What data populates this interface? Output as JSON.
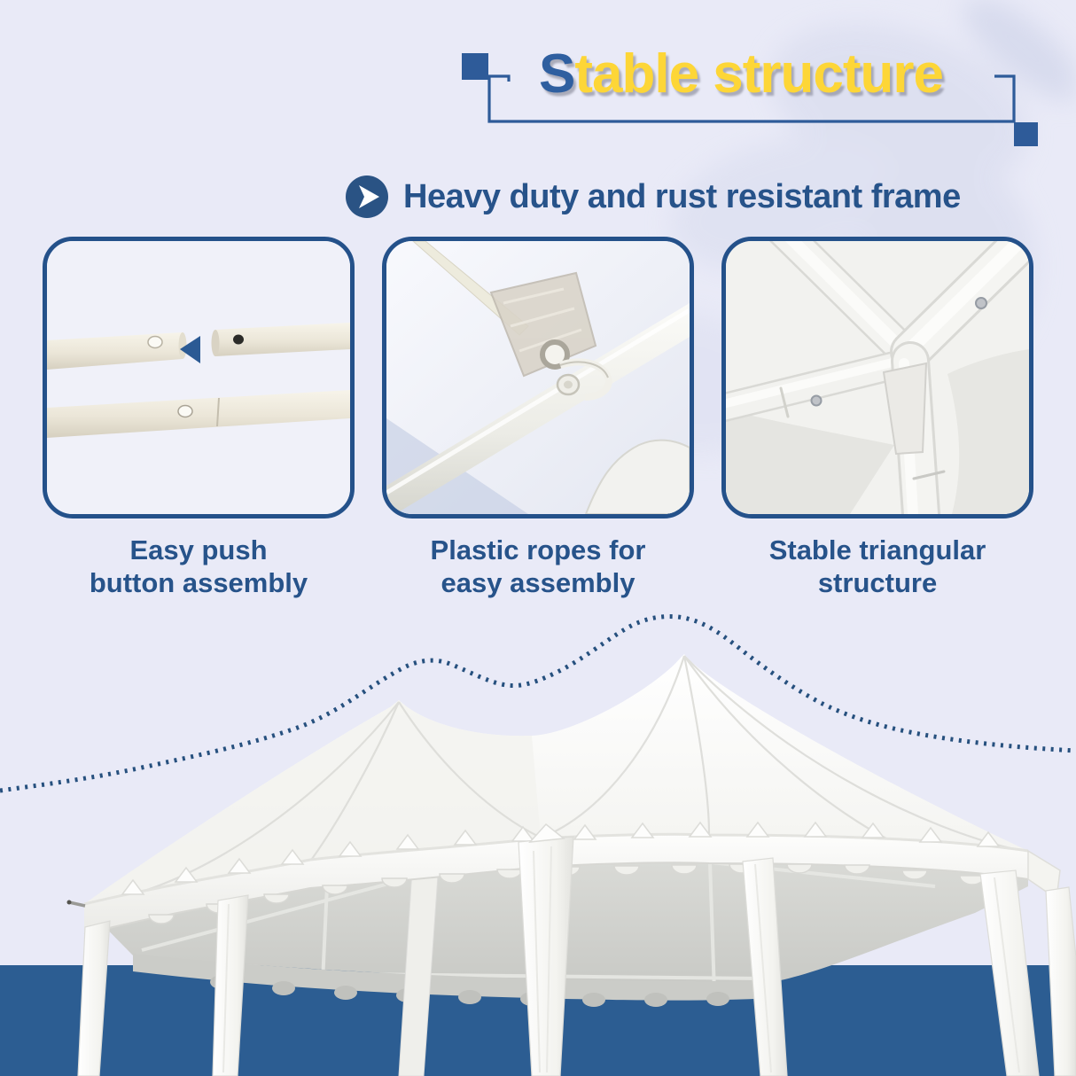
{
  "header": {
    "title": {
      "lead": "S",
      "rest": "table structure"
    },
    "subtitle": "Heavy duty and rust resistant frame"
  },
  "features": [
    {
      "caption": [
        "Easy push",
        "button assembly"
      ],
      "photo": "push-button-pole-joint-photo"
    },
    {
      "caption": [
        "Plastic ropes for",
        "easy assembly"
      ],
      "photo": "plastic-rope-fastener-photo"
    },
    {
      "caption": [
        "Stable triangular",
        "structure"
      ],
      "photo": "triangular-frame-joint-photo"
    }
  ],
  "colors": {
    "background": "#e9eaf7",
    "accent_blue": "#27538a",
    "decor_blue": "#2e5b99",
    "title_lead_blue": "#2f5fa0",
    "title_yellow": "#fdd637",
    "panel_border": "#24518a",
    "band_blue": "#2c5d92",
    "dotted_line_blue": "#26507e"
  }
}
